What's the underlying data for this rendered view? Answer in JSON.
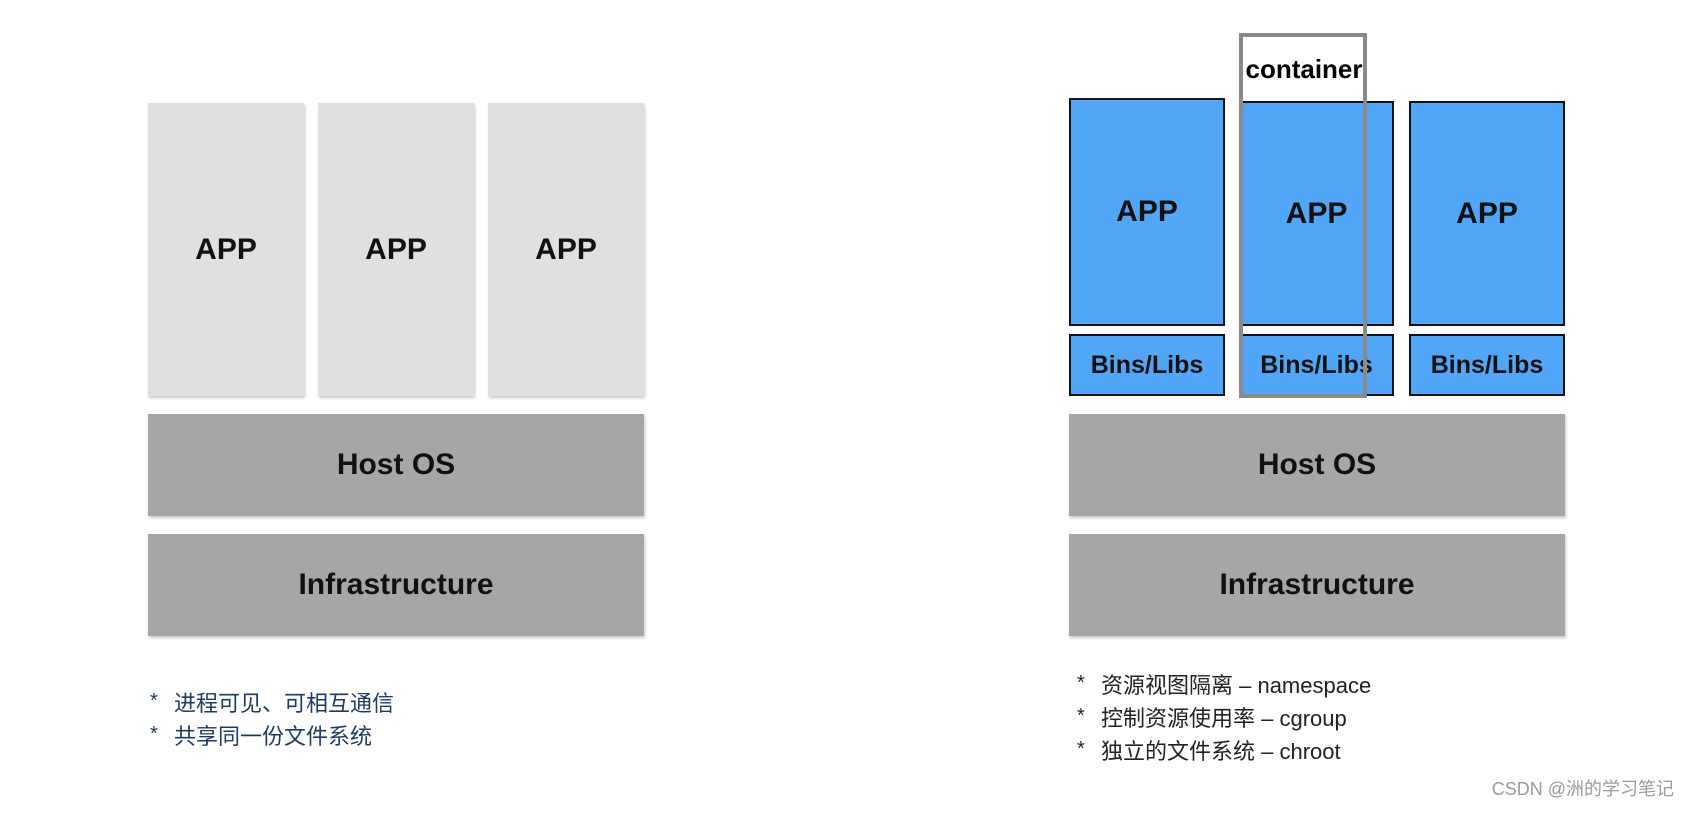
{
  "left_stack": {
    "apps": [
      "APP",
      "APP",
      "APP"
    ],
    "host_os": "Host OS",
    "infrastructure": "Infrastructure",
    "notes": [
      "进程可见、可相互通信",
      "共享同一份文件系统"
    ],
    "colors": {
      "app": "#dfe0e2",
      "layer": "#a5a7a6",
      "notes_text": "#1f3b63"
    }
  },
  "right_stack": {
    "container_label": "container",
    "apps": [
      "APP",
      "APP",
      "APP"
    ],
    "bins": [
      "Bins/Libs",
      "Bins/Libs",
      "Bins/Libs"
    ],
    "host_os": "Host OS",
    "infrastructure": "Infrastructure",
    "notes": [
      "资源视图隔离 – namespace",
      "控制资源使用率 – cgroup",
      "独立的文件系统 – chroot"
    ],
    "colors": {
      "app": "#51a6f8",
      "layer": "#a5a7a6",
      "container_border": "#8a8a8a"
    }
  },
  "bullet_symbol": "*",
  "watermark": "CSDN @洲的学习笔记"
}
